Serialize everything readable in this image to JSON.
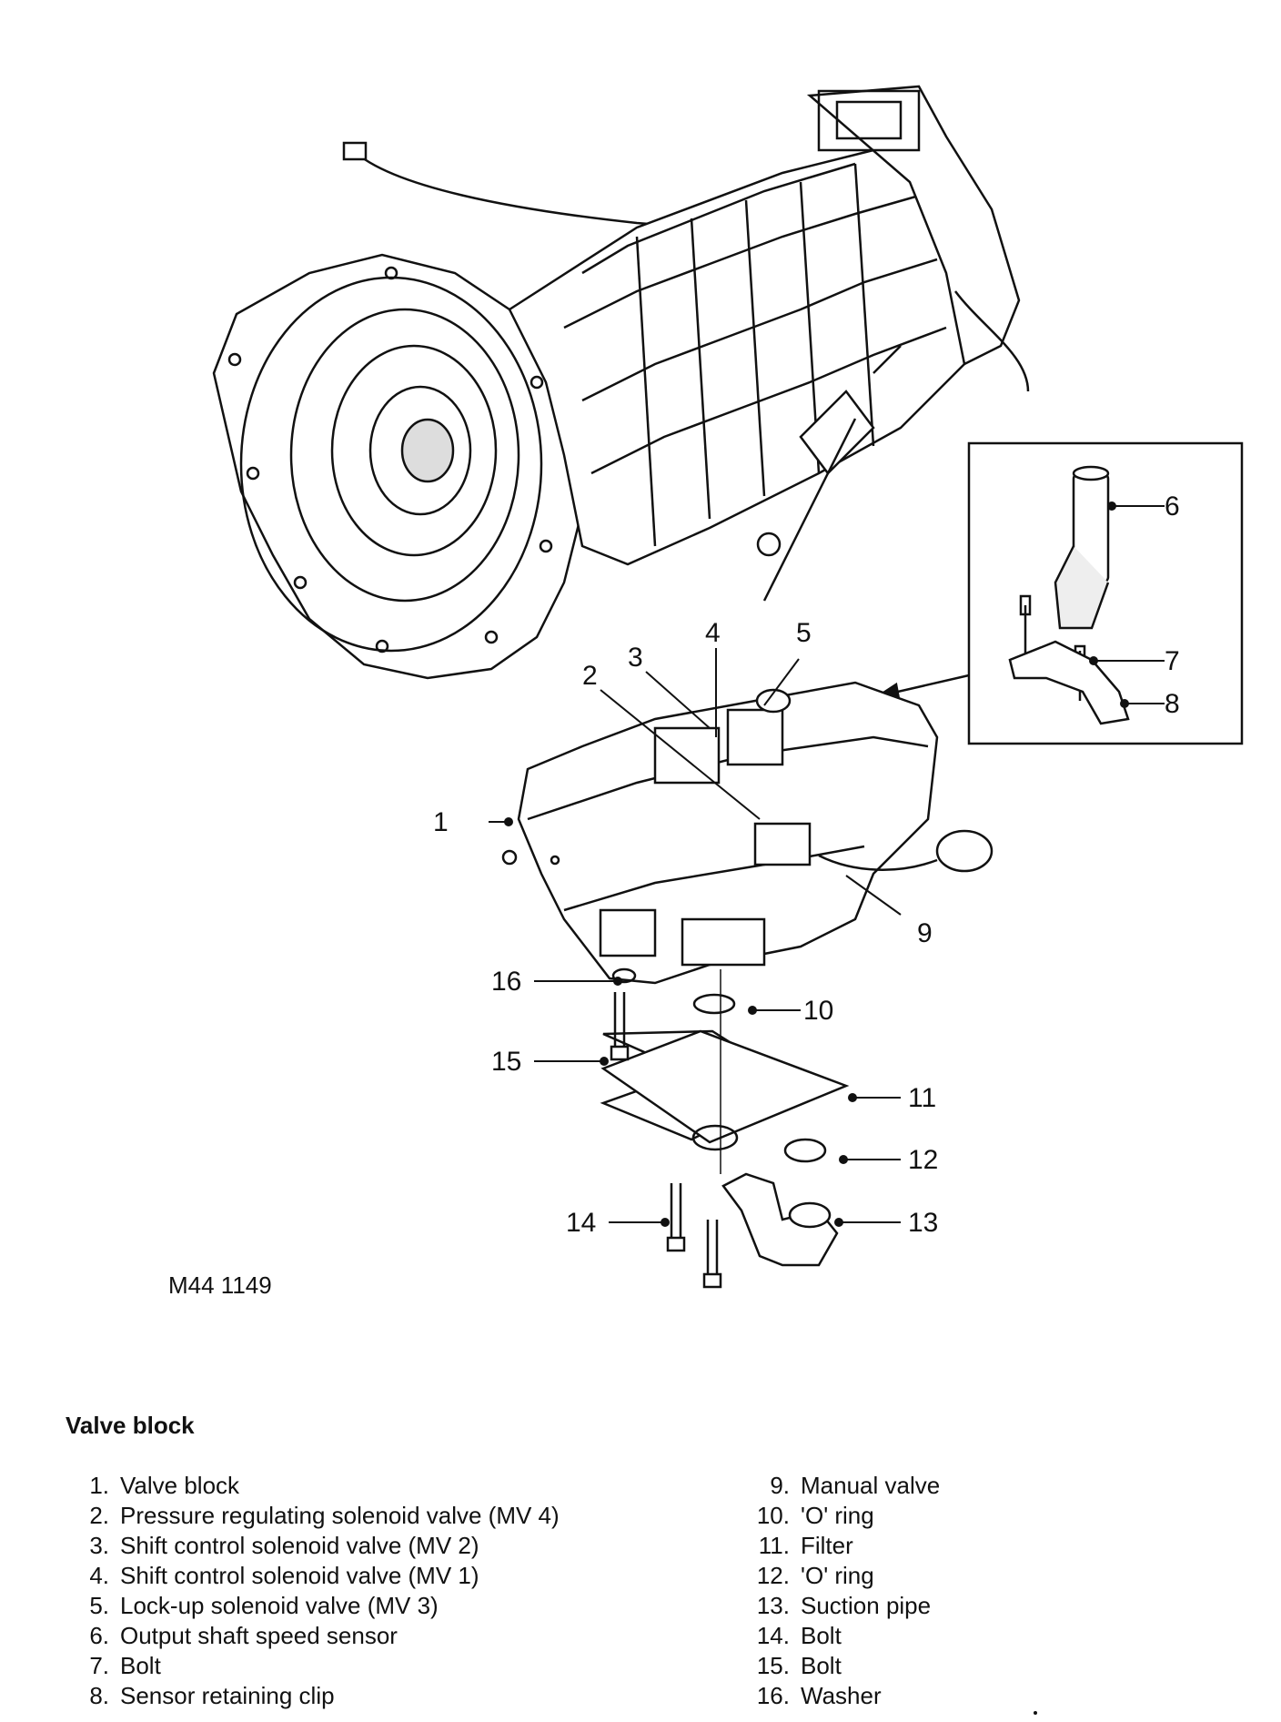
{
  "figure_ref": "M44 1149",
  "title": "Valve block",
  "callouts": [
    "1",
    "2",
    "3",
    "4",
    "5",
    "6",
    "7",
    "8",
    "9",
    "10",
    "11",
    "12",
    "13",
    "14",
    "15",
    "16"
  ],
  "legend_left": [
    {
      "num": "1.",
      "label": "Valve block"
    },
    {
      "num": "2.",
      "label": "Pressure regulating solenoid valve (MV 4)"
    },
    {
      "num": "3.",
      "label": "Shift control solenoid valve (MV 2)"
    },
    {
      "num": "4.",
      "label": "Shift control solenoid valve (MV 1)"
    },
    {
      "num": "5.",
      "label": "Lock-up solenoid valve (MV 3)"
    },
    {
      "num": "6.",
      "label": "Output shaft speed sensor"
    },
    {
      "num": "7.",
      "label": "Bolt"
    },
    {
      "num": "8.",
      "label": "Sensor retaining clip"
    }
  ],
  "legend_right": [
    {
      "num": "9.",
      "label": "Manual valve"
    },
    {
      "num": "10.",
      "label": "'O' ring"
    },
    {
      "num": "11.",
      "label": "Filter"
    },
    {
      "num": "12.",
      "label": "'O' ring"
    },
    {
      "num": "13.",
      "label": "Suction pipe"
    },
    {
      "num": "14.",
      "label": "Bolt"
    },
    {
      "num": "15.",
      "label": "Bolt"
    },
    {
      "num": "16.",
      "label": "Washer"
    }
  ]
}
